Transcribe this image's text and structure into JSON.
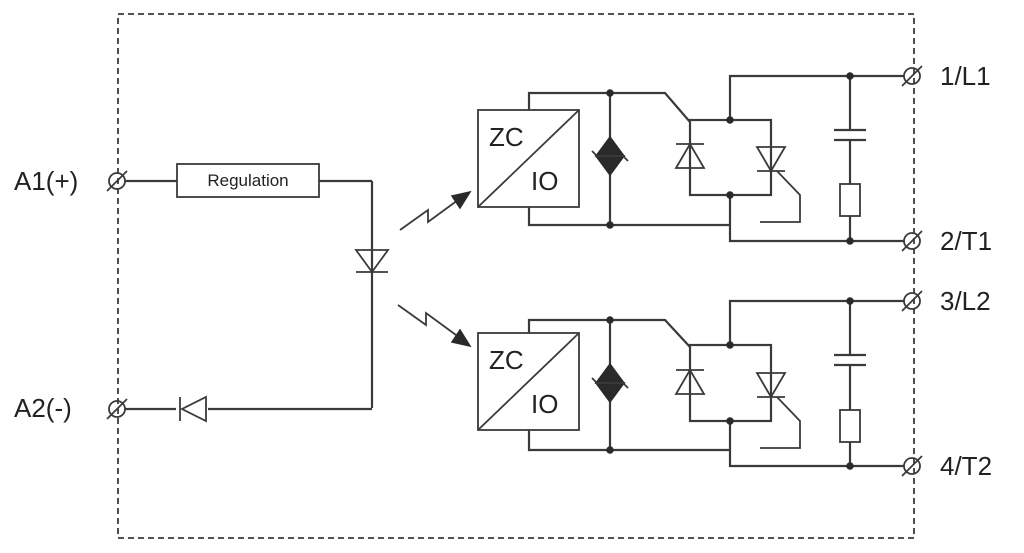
{
  "terminals": {
    "a1": "A1(+)",
    "a2": "A2(-)",
    "l1": "1/L1",
    "t1": "2/T1",
    "l2": "3/L2",
    "t2": "4/T2"
  },
  "regulation_label": "Regulation",
  "channels": [
    {
      "zc_label": "ZC",
      "io_label": "IO"
    },
    {
      "zc_label": "ZC",
      "io_label": "IO"
    }
  ],
  "colors": {
    "line": "#3a3a3a",
    "fill": "#2a2a2a"
  }
}
